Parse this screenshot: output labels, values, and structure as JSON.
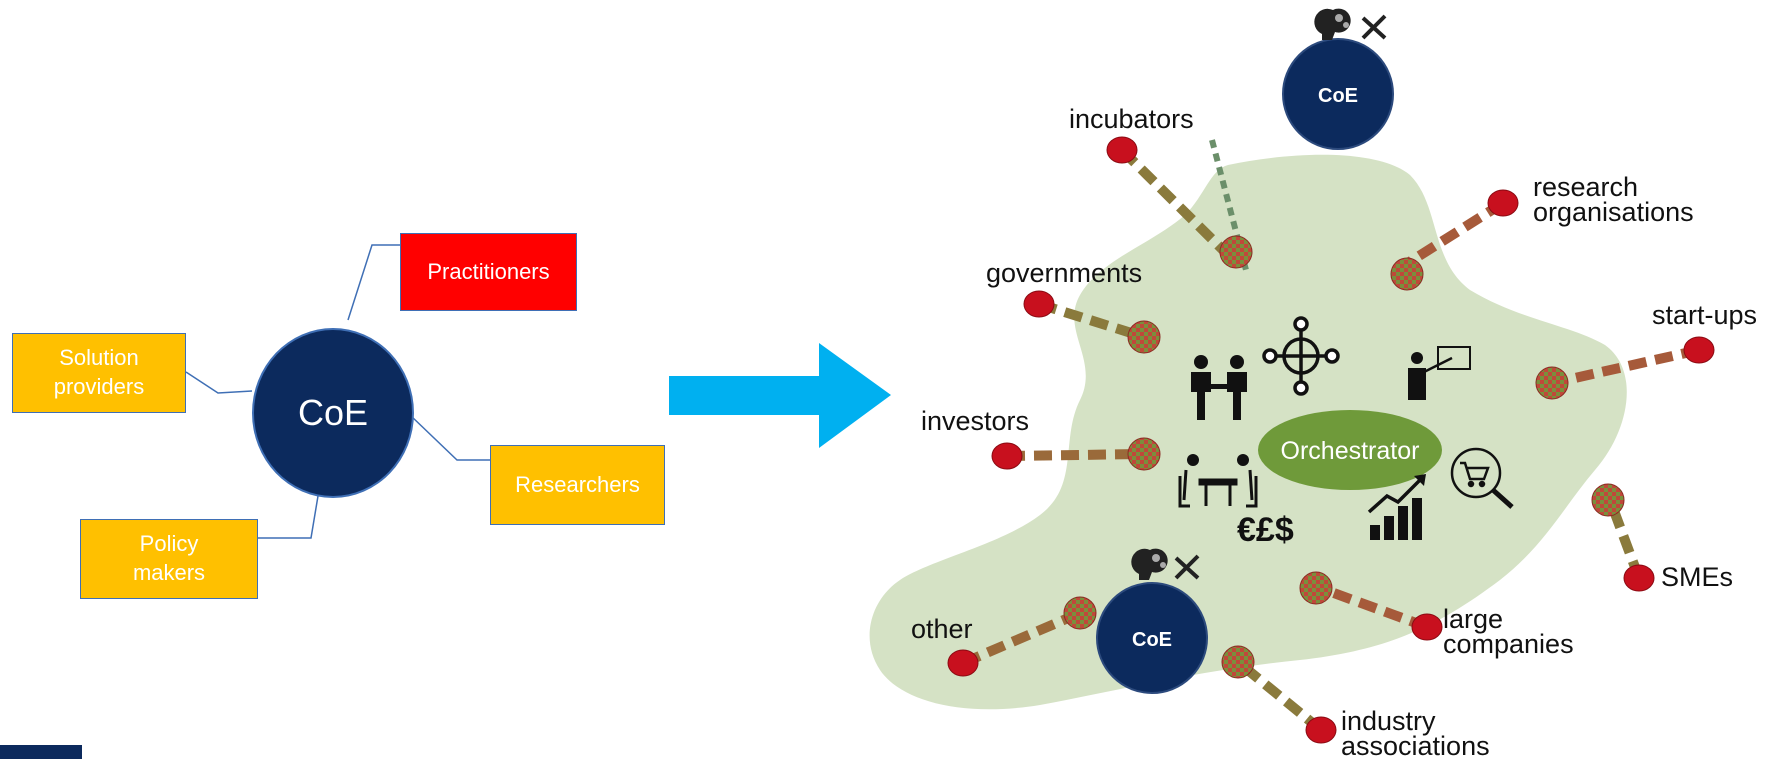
{
  "left_diagram": {
    "center": "CoE",
    "boxes": {
      "practitioners": "Practitioners",
      "solution_providers": "Solution\nproviders",
      "researchers": "Researchers",
      "policy_makers": "Policy\nmakers"
    }
  },
  "right_diagram": {
    "orchestrator": "Orchestrator",
    "coe_top": "CoE",
    "coe_bottom": "CoE",
    "currency_symbols": "€£$",
    "stakeholders": {
      "incubators": "incubators",
      "research_organisations": "research\norganisations",
      "governments": "governments",
      "start_ups": "start-ups",
      "investors": "investors",
      "smes": "SMEs",
      "other": "other",
      "large_companies": "large\ncompanies",
      "industry_associations": "industry\nassociations"
    }
  },
  "colors": {
    "coe_navy": "#0c2a5d",
    "practitioners_red": "#ff0000",
    "box_yellow": "#ffc000",
    "arrow_blue": "#00b0f0",
    "blob_green": "#d5e2c5",
    "orchestrator_green": "#6f9a3a",
    "node_red": "#c8101e"
  },
  "icons": [
    "hub-network-icon",
    "handshake-icon",
    "presenter-icon",
    "meeting-table-icon",
    "growth-chart-icon",
    "shopping-cart-search-icon",
    "brain-gears-icon",
    "tools-icon"
  ]
}
